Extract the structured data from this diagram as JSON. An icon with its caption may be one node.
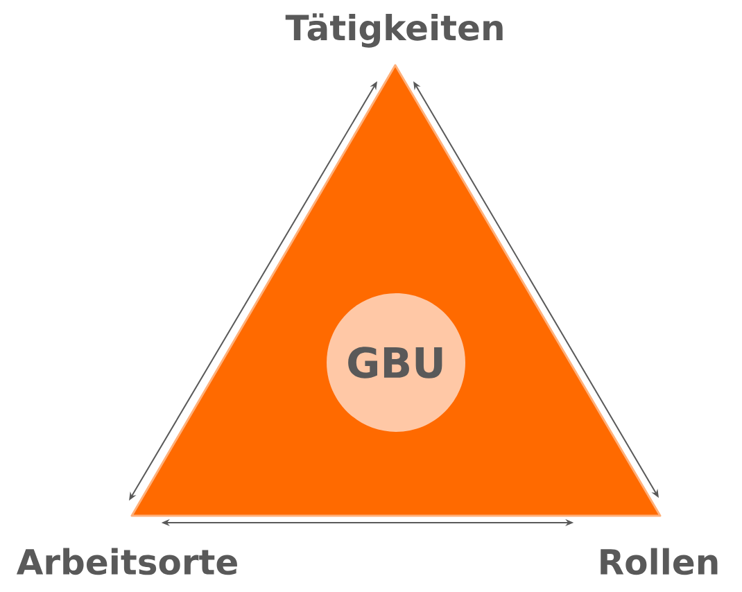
{
  "diagram": {
    "nodes": [
      {
        "text": [
          "Tätigkeiten"
        ]
      },
      {
        "text": [
          "Arbeitsorte"
        ]
      },
      {
        "text": [
          "Rollen"
        ]
      },
      {
        "text": [],
        "shape": "triangle"
      },
      {
        "text": [
          "GBU"
        ],
        "in": 3
      }
    ],
    "edges": [
      {
        "from": 0,
        "to": 1,
        "arrow": "both"
      },
      {
        "from": 0,
        "to": 2,
        "arrow": "both"
      },
      {
        "from": 1,
        "to": 2,
        "arrow": "both"
      }
    ]
  }
}
